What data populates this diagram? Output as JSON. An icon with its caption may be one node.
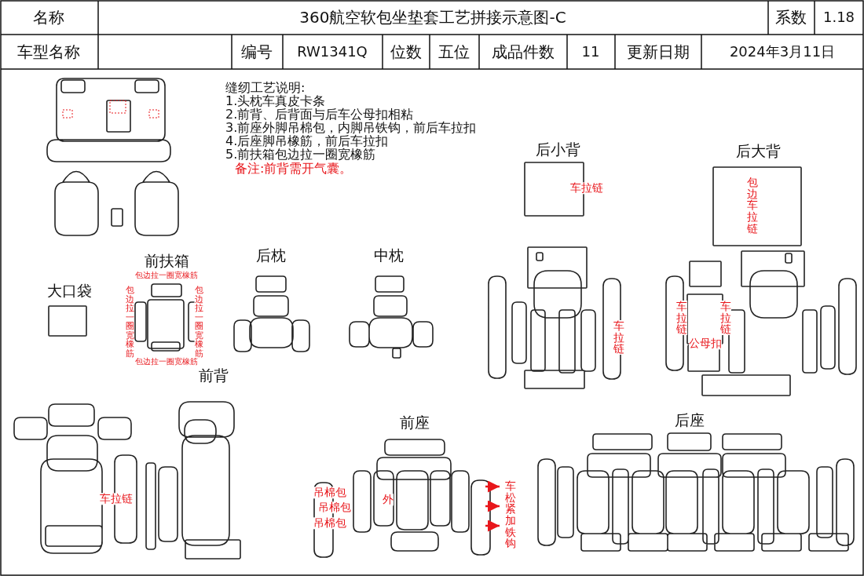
{
  "diagram": {
    "labels": [
      "名称",
      "360航空软包坐垫套工艺拼接示意图-C",
      "系数",
      "1.18",
      "车型名称",
      "编号",
      "RW1341Q",
      "位数",
      "五位",
      "成品件数",
      "11",
      "更新日期",
      "2024年3月11日",
      "缝纫工艺说明:",
      "1.头枕车真皮卡条",
      "2.前背、后背面与后车公母扣相粘",
      "3.前座外脚吊棉包，内脚吊铁钩，前后车拉扣",
      "4.后座脚吊橡筋，前后车拉扣",
      "5.前扶箱包边拉一圈宽橡筋",
      "备注:前背需开气囊。",
      "后小背",
      "后大背",
      "前扶箱",
      "后枕",
      "中枕",
      "大口袋",
      "前背",
      "前座",
      "后座",
      "车拉链",
      "包边车拉链",
      "包边拉一圈宽橡筋",
      "包边拉一圈宽橡筋",
      "包边拉一圈宽橡筋",
      "包边拉一圈宽橡筋",
      "车拉链",
      "车拉链",
      "车拉链",
      "公母扣",
      "车拉链",
      "吊棉包",
      "吊棉包",
      "吊棉包",
      "外",
      "车松紧加铁钩"
    ]
  }
}
